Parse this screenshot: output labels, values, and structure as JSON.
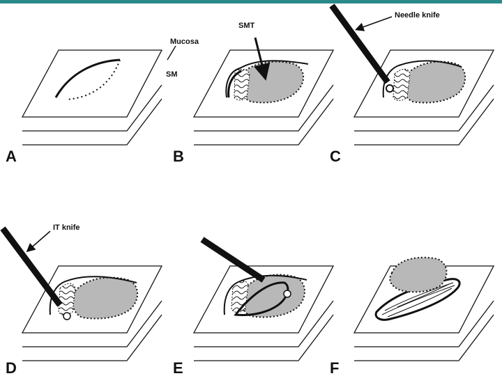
{
  "panels": [
    {
      "letter": "A"
    },
    {
      "letter": "B"
    },
    {
      "letter": "C"
    },
    {
      "letter": "D"
    },
    {
      "letter": "E"
    },
    {
      "letter": "F"
    }
  ],
  "labels": {
    "mucosa": "Mucosa",
    "sm": "SM",
    "smt": "SMT",
    "needle_knife": "Needle knife",
    "it_knife": "IT knife"
  },
  "colors": {
    "accent_bar": "#2a8a8a",
    "tumor_fill": "#b8b8b8",
    "line": "#111111"
  }
}
